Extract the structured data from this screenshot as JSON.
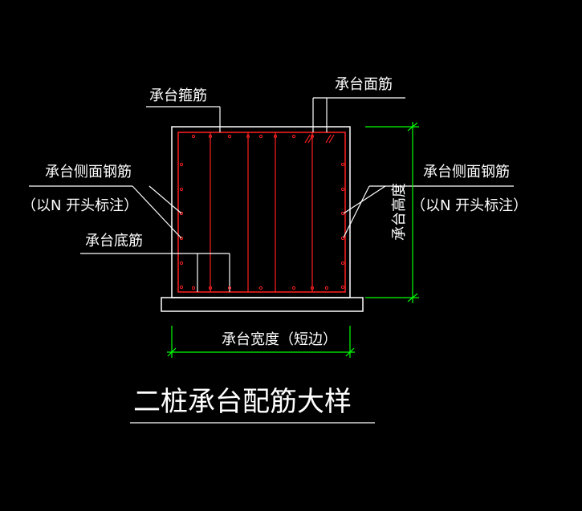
{
  "drawing": {
    "title": "二桩承台配筋大样",
    "labels": {
      "stirrup": "承台箍筋",
      "top_bar": "承台面筋",
      "side_bar_left": "承台侧面钢筋",
      "side_bar_left_note": "（以N 开头标注）",
      "side_bar_right": "承台侧面钢筋",
      "side_bar_right_note": "（以N 开头标注）",
      "bottom_bar": "承台底筋",
      "height_dim": "承台高度",
      "width_dim": "承台宽度（短边）"
    },
    "colors": {
      "background": "#000000",
      "outline": "#ffffff",
      "rebar": "#ff2020",
      "dimension": "#00ff00"
    }
  }
}
